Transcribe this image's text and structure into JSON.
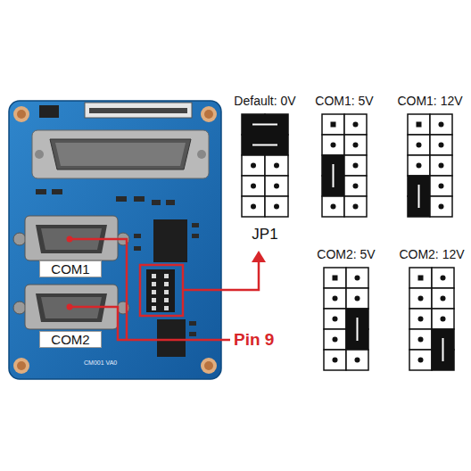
{
  "diagram": {
    "nodes": [
      {
        "text": [
          "Default: 0V",
          "JP1"
        ]
      },
      {
        "text": [
          "COM1: 5V"
        ]
      },
      {
        "text": [
          "COM1: 12V"
        ]
      },
      {
        "text": [
          "COM2: 5V"
        ]
      },
      {
        "text": [
          "COM2: 12V"
        ]
      }
    ],
    "labels": [
      "COM1",
      "COM2",
      "Pin 9",
      "CM001 VA0"
    ]
  }
}
